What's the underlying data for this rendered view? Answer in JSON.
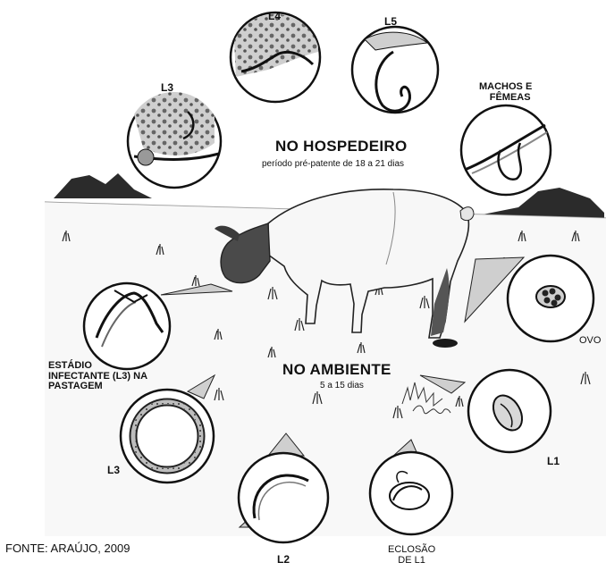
{
  "labels": {
    "l4": "L4",
    "l5": "L5",
    "l3_host": "L3",
    "machos_line1": "MACHOS E",
    "machos_line2": "FÊMEAS",
    "host_title": "NO HOSPEDEIRO",
    "host_period": "período pré-patente de 18 a 21 dias",
    "ovo": "OVO",
    "estadio_line1": "ESTÁDIO",
    "estadio_line2": "INFECTANTE (L3) NA",
    "estadio_line3": "PASTAGEM",
    "env_title": "NO AMBIENTE",
    "env_period": "5 a 15 dias",
    "l1": "L1",
    "l3_env": "L3",
    "l2": "L2",
    "eclosao_line1": "ECLOSÃO",
    "eclosao_line2": "DE L1"
  },
  "source": "FONTE: ARAÚJO, 2009"
}
